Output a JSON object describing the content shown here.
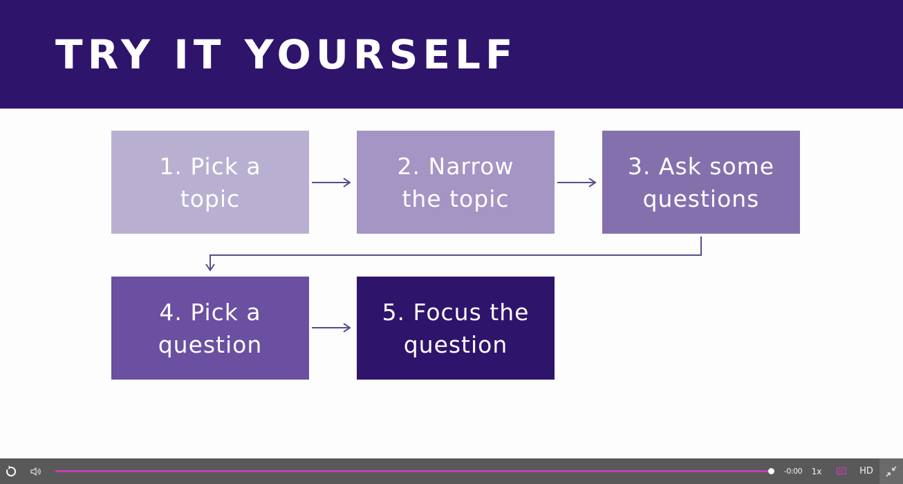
{
  "slide": {
    "title": "TRY IT YOURSELF",
    "steps": [
      {
        "label": "1. Pick a\ntopic",
        "color": "#b9b0d1"
      },
      {
        "label": "2. Narrow\nthe topic",
        "color": "#a495c4"
      },
      {
        "label": "3. Ask some\nquestions",
        "color": "#8570ae"
      },
      {
        "label": "4. Pick a\nquestion",
        "color": "#6b4fa0"
      },
      {
        "label": "5. Focus the\nquestion",
        "color": "#2f146c"
      }
    ],
    "colors": {
      "banner": "#2f146c",
      "arrow": "#5b4a8c"
    }
  },
  "player": {
    "time": "-0:00",
    "speed": "1x",
    "quality": "HD",
    "progress_percent": 100,
    "colors": {
      "bar": "#595959",
      "progress": "#c13fb0"
    },
    "icons": [
      "replay-icon",
      "volume-icon",
      "captions-icon",
      "exit-fullscreen-icon"
    ]
  }
}
